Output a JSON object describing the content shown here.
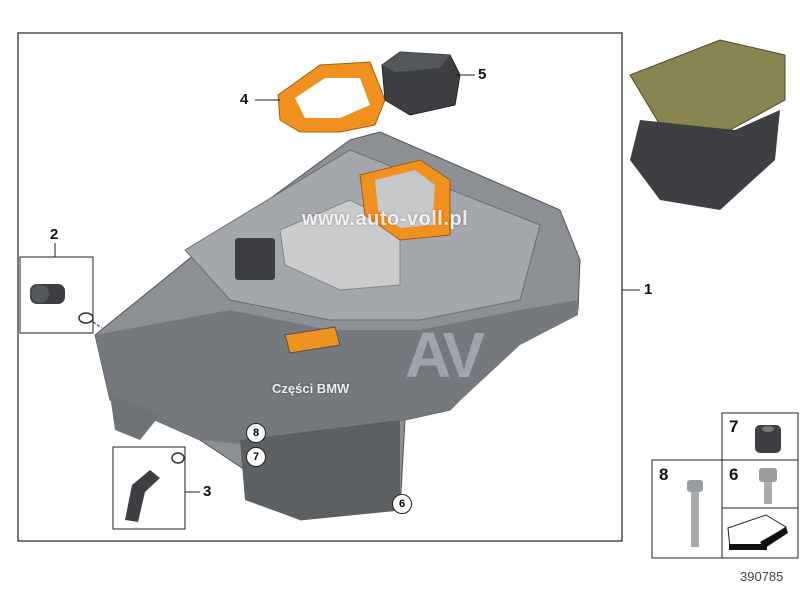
{
  "diagram": {
    "callouts": {
      "main_assembly": "1",
      "item_2": "2",
      "item_3": "3",
      "item_4": "4",
      "item_5": "5",
      "circled_8": "8",
      "circled_7": "7",
      "circled_6": "6"
    },
    "parts_legend": {
      "cell_7": "7",
      "cell_8": "8",
      "cell_6": "6"
    },
    "part_number": "390785",
    "watermarks": {
      "url": "www.auto-voll.pl",
      "shop": "Części BMW",
      "logo": "AV"
    },
    "colors": {
      "orange_part": "#f0901e",
      "housing_gray": "#8c8f94",
      "dark_part": "#3d3f42",
      "assembly_olive": "#8a8550"
    }
  }
}
